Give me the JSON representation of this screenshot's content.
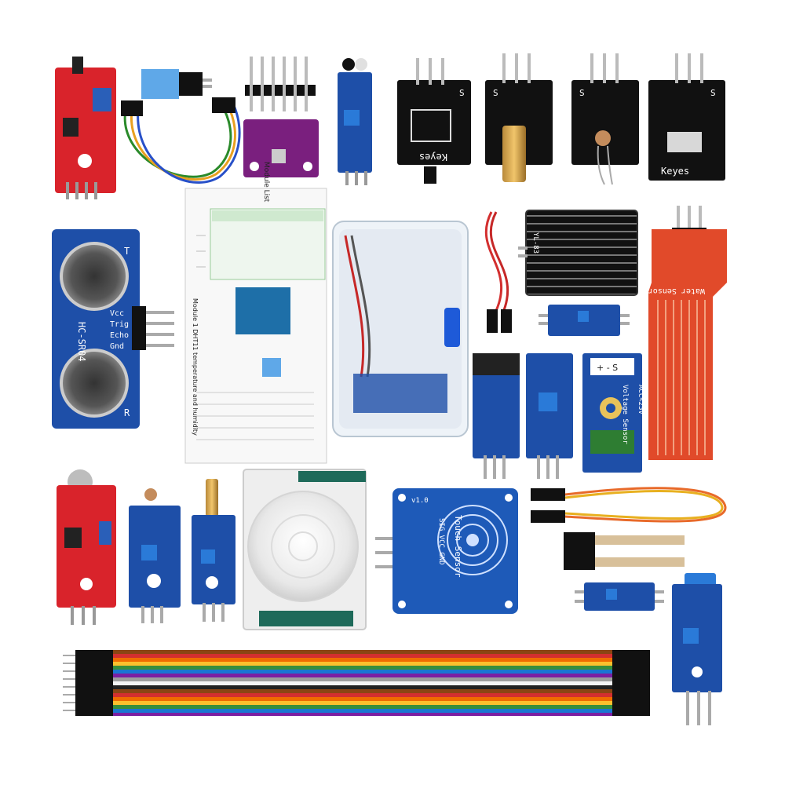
{
  "modules": {
    "ultrasonic": {
      "pin_vcc": "Vcc",
      "pin_trig": "Trig",
      "pin_echo": "Echo",
      "pin_gnd": "Gnd",
      "model": "HC-SR04",
      "t": "T",
      "r": "R"
    },
    "keyes_1": "Keyes",
    "keyes_2": "Keyes",
    "s_mark": "S",
    "water_sensor": "Water Sensor",
    "touch_sensor": "Touch Sensor",
    "touch_pins": "SIG VCC GND",
    "touch_version": "v1.0",
    "rain_module": "YL-83",
    "acc_label": "ACC<25V",
    "voltage_sensor": "Voltage Sensor",
    "plus_minus": "+ - S"
  },
  "manual": {
    "heading": "Module List",
    "subheading": "Module 1  DHT11 temperature and humidity"
  }
}
